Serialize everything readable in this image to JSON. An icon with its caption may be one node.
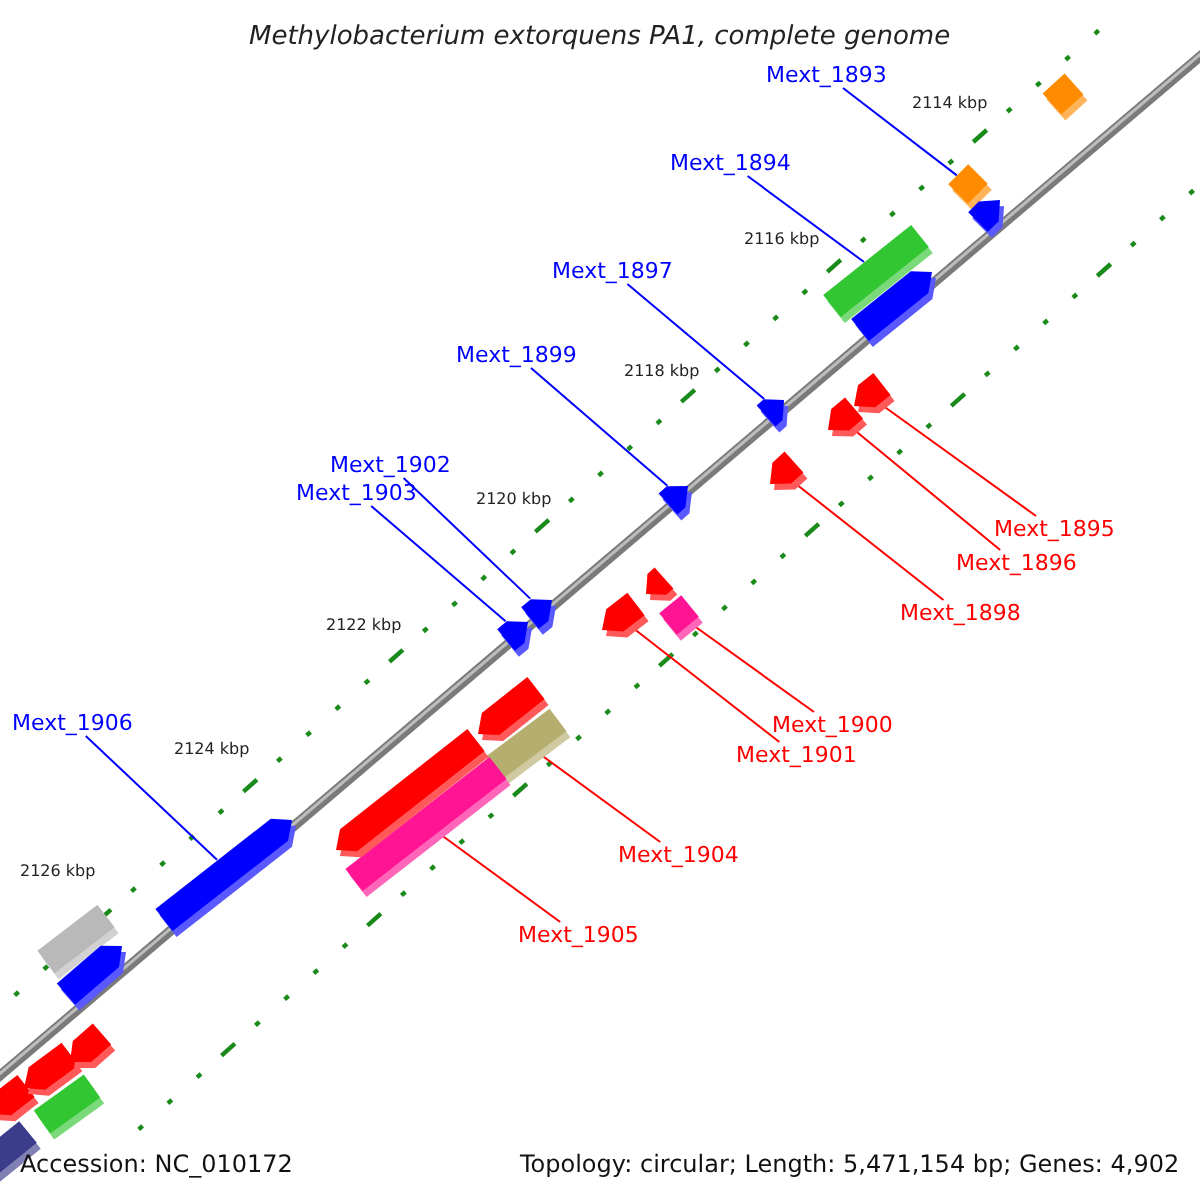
{
  "diagram": {
    "title": "Methylobacterium extorquens PA1, complete genome",
    "nodes": [
      {
        "text": [
          "Mext_1893"
        ]
      },
      {
        "text": [],
        "shape": "bar"
      },
      {
        "text": [
          "Mext_1894"
        ]
      },
      {
        "text": [],
        "shape": "bar"
      },
      {
        "text": [
          "Mext_1897"
        ]
      },
      {
        "text": [],
        "shape": "bar"
      },
      {
        "text": [
          "Mext_1899"
        ]
      },
      {
        "text": [],
        "shape": "bar"
      },
      {
        "text": [
          "Mext_1902"
        ]
      },
      {
        "text": [],
        "shape": "bar"
      },
      {
        "text": [
          "Mext_1903"
        ]
      },
      {
        "text": [],
        "shape": "bar"
      },
      {
        "text": [
          "Mext_1906"
        ]
      },
      {
        "text": [],
        "shape": "bar"
      },
      {
        "text": [
          "Mext_1895"
        ]
      },
      {
        "text": [],
        "shape": "bar"
      },
      {
        "text": [
          "Mext_1896"
        ]
      },
      {
        "text": [],
        "shape": "bar"
      },
      {
        "text": [
          "Mext_1898"
        ]
      },
      {
        "text": [],
        "shape": "bar"
      },
      {
        "text": [
          "Mext_1900"
        ]
      },
      {
        "text": [],
        "shape": "bar"
      },
      {
        "text": [
          "Mext_1901"
        ]
      },
      {
        "text": [],
        "shape": "bar"
      },
      {
        "text": [
          "Mext_1904"
        ]
      },
      {
        "text": [],
        "shape": "bar"
      },
      {
        "text": [
          "Mext_1905"
        ]
      },
      {
        "text": [],
        "shape": "bar"
      },
      {
        "text": [],
        "shape": "bar"
      },
      {
        "text": [],
        "shape": "bar"
      },
      {
        "text": [],
        "shape": "bar"
      },
      {
        "text": [],
        "shape": "bar"
      },
      {
        "text": [],
        "shape": "bar"
      },
      {
        "text": [],
        "shape": "bar"
      },
      {
        "text": [],
        "shape": "bar"
      },
      {
        "text": [],
        "shape": "bar"
      },
      {
        "text": [],
        "shape": "bar"
      },
      {
        "text": [],
        "shape": "bar"
      },
      {
        "text": [],
        "shape": "bar"
      },
      {
        "text": [],
        "shape": "bar"
      },
      {
        "text": [],
        "shape": "bar"
      }
    ],
    "edges": [
      {
        "from": 0,
        "to": 1,
        "arrow": "none"
      },
      {
        "from": 2,
        "to": 3,
        "arrow": "none"
      },
      {
        "from": 4,
        "to": 5,
        "arrow": "none"
      },
      {
        "from": 6,
        "to": 7,
        "arrow": "none"
      },
      {
        "from": 8,
        "to": 9,
        "arrow": "none"
      },
      {
        "from": 10,
        "to": 11,
        "arrow": "none"
      },
      {
        "from": 12,
        "to": 13,
        "arrow": "none"
      },
      {
        "from": 14,
        "to": 15,
        "arrow": "none",
        "color": "#ff0000"
      },
      {
        "from": 16,
        "to": 17,
        "arrow": "none",
        "color": "#ff0000"
      },
      {
        "from": 18,
        "to": 19,
        "arrow": "none",
        "color": "#ff0000"
      },
      {
        "from": 20,
        "to": 21,
        "arrow": "none",
        "color": "#ff0000"
      },
      {
        "from": 22,
        "to": 23,
        "arrow": "none",
        "color": "#ff0000"
      },
      {
        "from": 24,
        "to": 25,
        "arrow": "none",
        "color": "#ff0000"
      },
      {
        "from": 26,
        "to": 27,
        "arrow": "none",
        "color": "#ff0000"
      }
    ],
    "labels": [
      "2114 kbp",
      "2116 kbp",
      "2118 kbp",
      "2120 kbp",
      "2122 kbp",
      "2124 kbp",
      "2126 kbp",
      "Accession: NC_010172",
      "Topology: circular; Length: 5,471,154 bp; Genes: 4,902"
    ]
  }
}
